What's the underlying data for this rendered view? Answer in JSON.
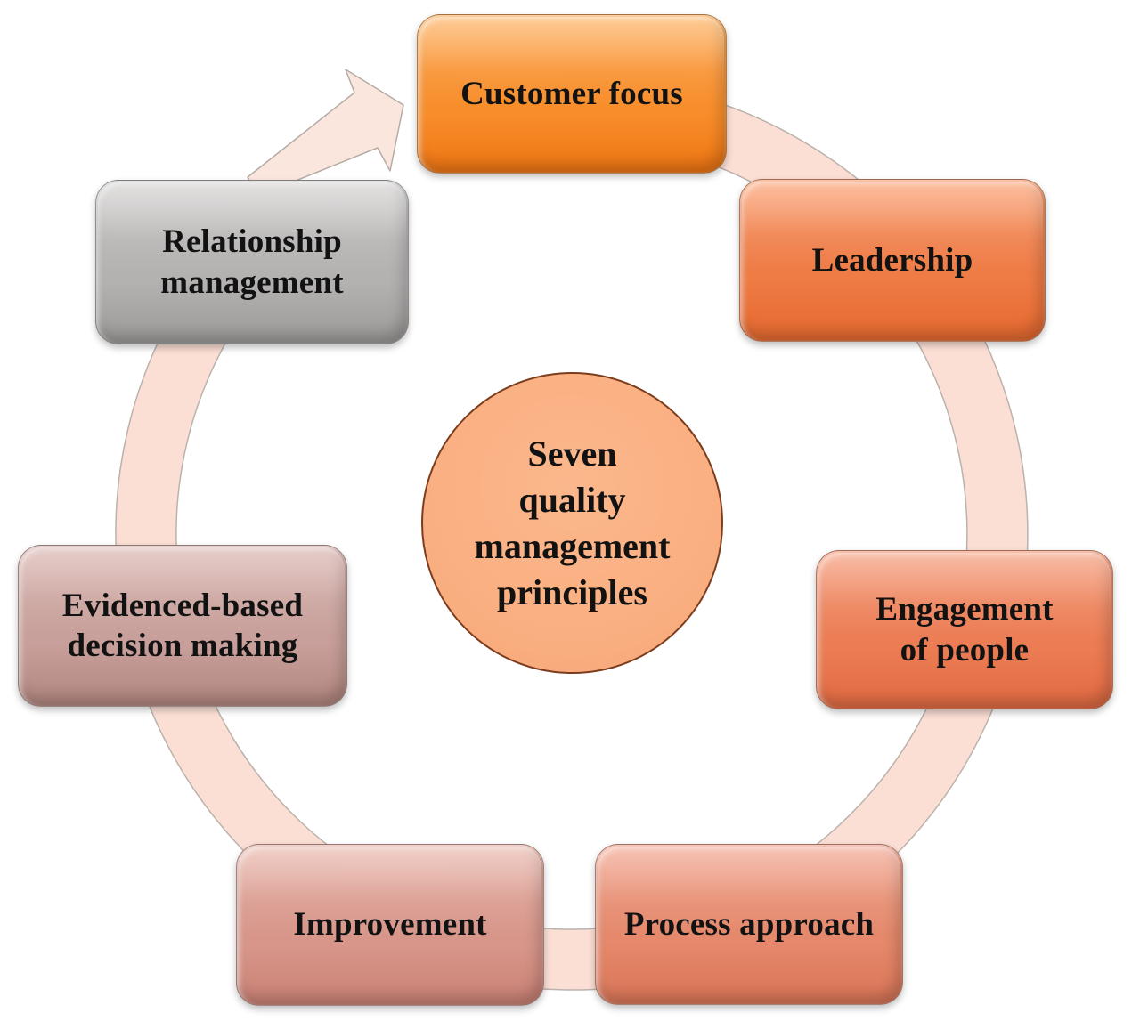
{
  "diagram": {
    "background": "#FFFFFF",
    "center": {
      "label": "Seven\nquality\nmanagement\nprinciples",
      "colors": {
        "fill": "#F9AE80",
        "light": "#FBB78C",
        "dark": "#F6A475",
        "edge": "#7C3D1D"
      }
    },
    "ring": {
      "colors": {
        "fill": "#FBDFD5",
        "edge": "#BBB2AC"
      },
      "arrow_colors": {
        "fill": "#FBE6DE",
        "edge": "#B5ACA6"
      },
      "direction": "clockwise"
    },
    "principles": [
      {
        "label": "Customer focus",
        "colors": {
          "light": "#FDA94F",
          "base": "#F88E2B",
          "dark": "#EF7513"
        }
      },
      {
        "label": "Leadership",
        "colors": {
          "light": "#FA9560",
          "base": "#EF7B45",
          "dark": "#E5692F"
        }
      },
      {
        "label": "Engagement\nof people",
        "colors": {
          "light": "#F4906B",
          "base": "#EC7C53",
          "dark": "#E06A42"
        }
      },
      {
        "label": "Process approach",
        "colors": {
          "light": "#F29B83",
          "base": "#E5886B",
          "dark": "#D97557"
        }
      },
      {
        "label": "Improvement",
        "colors": {
          "light": "#E7B0A3",
          "base": "#D8968A",
          "dark": "#CA8175"
        }
      },
      {
        "label": "Evidenced-based\ndecision making",
        "colors": {
          "light": "#D6ACA7",
          "base": "#C89F9A",
          "dark": "#B2867F"
        }
      },
      {
        "label": "Relationship\nmanagement",
        "colors": {
          "light": "#CFCDCC",
          "base": "#B4B2B1",
          "dark": "#9C9998"
        }
      }
    ]
  }
}
